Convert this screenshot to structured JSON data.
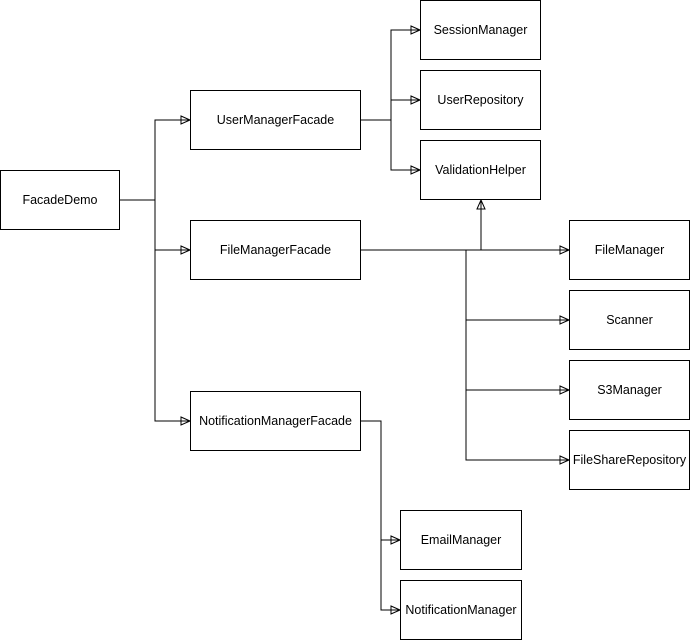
{
  "diagram": {
    "type": "class-dependency-diagram",
    "background_color": "#ffffff",
    "node_fill_color": "#ffffff",
    "stroke_color": "#000000",
    "text_color": "#000000",
    "nodes": {
      "facade_demo": {
        "label": "FacadeDemo"
      },
      "user_manager_facade": {
        "label": "UserManagerFacade"
      },
      "file_manager_facade": {
        "label": "FileManagerFacade"
      },
      "notification_manager_facade": {
        "label": "NotificationManagerFacade"
      },
      "session_manager": {
        "label": "SessionManager"
      },
      "user_repository": {
        "label": "UserRepository"
      },
      "validation_helper": {
        "label": "ValidationHelper"
      },
      "file_manager": {
        "label": "FileManager"
      },
      "scanner": {
        "label": "Scanner"
      },
      "s3_manager": {
        "label": "S3Manager"
      },
      "file_share_repository": {
        "label": "FileShareRepository"
      },
      "email_manager": {
        "label": "EmailManager"
      },
      "notification_manager": {
        "label": "NotificationManager"
      }
    },
    "edges": [
      {
        "from": "FacadeDemo",
        "to": "UserManagerFacade"
      },
      {
        "from": "FacadeDemo",
        "to": "FileManagerFacade"
      },
      {
        "from": "FacadeDemo",
        "to": "NotificationManagerFacade"
      },
      {
        "from": "UserManagerFacade",
        "to": "SessionManager"
      },
      {
        "from": "UserManagerFacade",
        "to": "UserRepository"
      },
      {
        "from": "UserManagerFacade",
        "to": "ValidationHelper"
      },
      {
        "from": "FileManagerFacade",
        "to": "FileManager"
      },
      {
        "from": "FileManagerFacade",
        "to": "Scanner"
      },
      {
        "from": "FileManagerFacade",
        "to": "S3Manager"
      },
      {
        "from": "FileManagerFacade",
        "to": "FileShareRepository"
      },
      {
        "from": "FileManagerFacade",
        "to": "ValidationHelper"
      },
      {
        "from": "NotificationManagerFacade",
        "to": "EmailManager"
      },
      {
        "from": "NotificationManagerFacade",
        "to": "NotificationManager"
      }
    ]
  }
}
